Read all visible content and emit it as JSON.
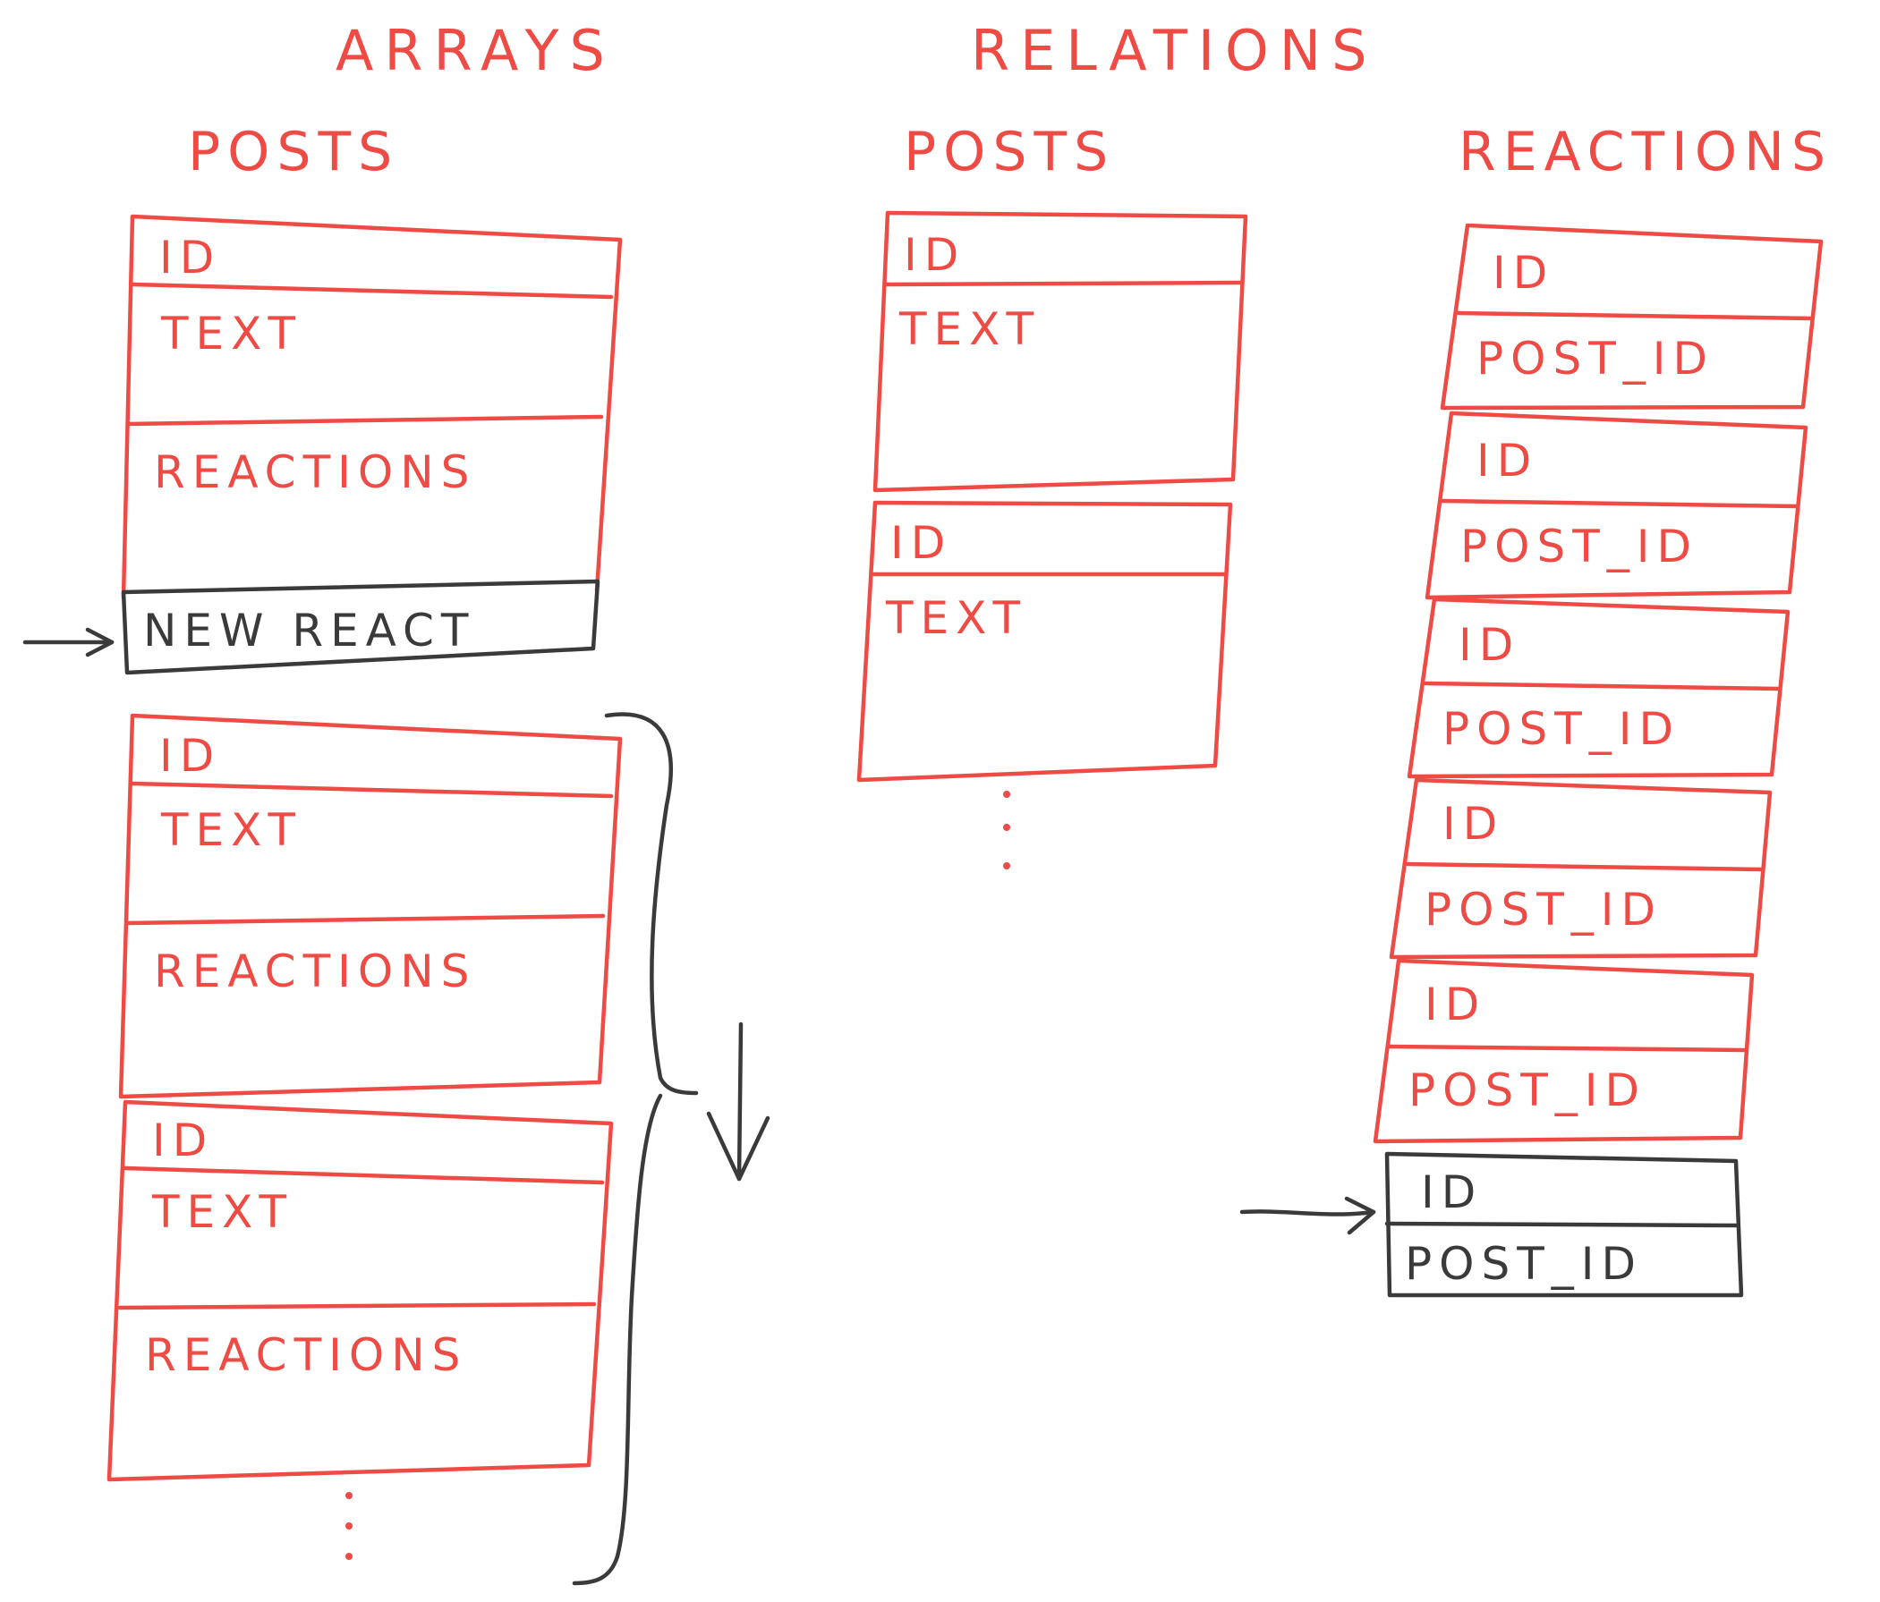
{
  "titles": {
    "arrays": "ARRAYS",
    "relations": "RELATIONS"
  },
  "arrays": {
    "heading": "POSTS",
    "post_fields": [
      "ID",
      "TEXT",
      "REACTIONS"
    ],
    "new_item_label": "NEW REACT"
  },
  "relations": {
    "posts_heading": "POSTS",
    "post_fields": [
      "ID",
      "TEXT"
    ],
    "reactions_heading": "REACTIONS",
    "reaction_fields": [
      "ID",
      "POST_ID"
    ]
  },
  "colors": {
    "existing": "#ee4b45",
    "new": "#3a3a3a"
  }
}
